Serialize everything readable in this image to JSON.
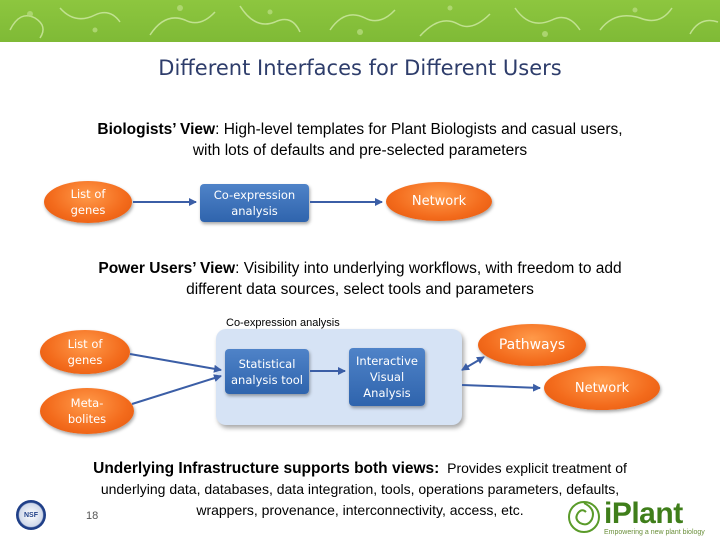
{
  "slide": {
    "title": "Different Interfaces for Different Users",
    "page_number": "18"
  },
  "biologists": {
    "heading": "Biologists’ View",
    "text_line1": ": High-level templates for Plant Biologists and casual users,",
    "text_line2": "with lots of defaults and pre-selected parameters",
    "flow": {
      "input_line1": "List of",
      "input_line2": "genes",
      "process_line1": "Co-expression",
      "process_line2": "analysis",
      "output": "Network"
    }
  },
  "power_users": {
    "heading": "Power Users’ View",
    "text_line1": ": Visibility into underlying workflows, with freedom to add",
    "text_line2": "different data sources, select tools and parameters",
    "panel_caption": "Co-expression analysis",
    "inputs": {
      "genes_line1": "List of",
      "genes_line2": "genes",
      "meta_line1": "Meta-",
      "meta_line2": "bolites"
    },
    "tools": {
      "stat_line1": "Statistical",
      "stat_line2": "analysis tool",
      "visual_line1": "Interactive",
      "visual_line2": "Visual",
      "visual_line3": "Analysis"
    },
    "outputs": {
      "pathways": "Pathways",
      "network": "Network"
    }
  },
  "infrastructure": {
    "heading": "Underlying Infrastructure supports both views:",
    "text_line1": "Provides explicit treatment of",
    "text_line2": "underlying data, databases, data integration, tools, operations parameters, defaults,",
    "text_line3": "wrappers, provenance, interconnectivity, access, etc."
  },
  "logos": {
    "nsf": "NSF",
    "iplant": "iPlant",
    "iplant_tagline": "Empowering a new plant biology"
  },
  "colors": {
    "banner": "#8dc63f",
    "title": "#2e3d6b",
    "oval": "#f36b1c",
    "box": "#2f64ad",
    "panel": "#d6e3f5"
  }
}
